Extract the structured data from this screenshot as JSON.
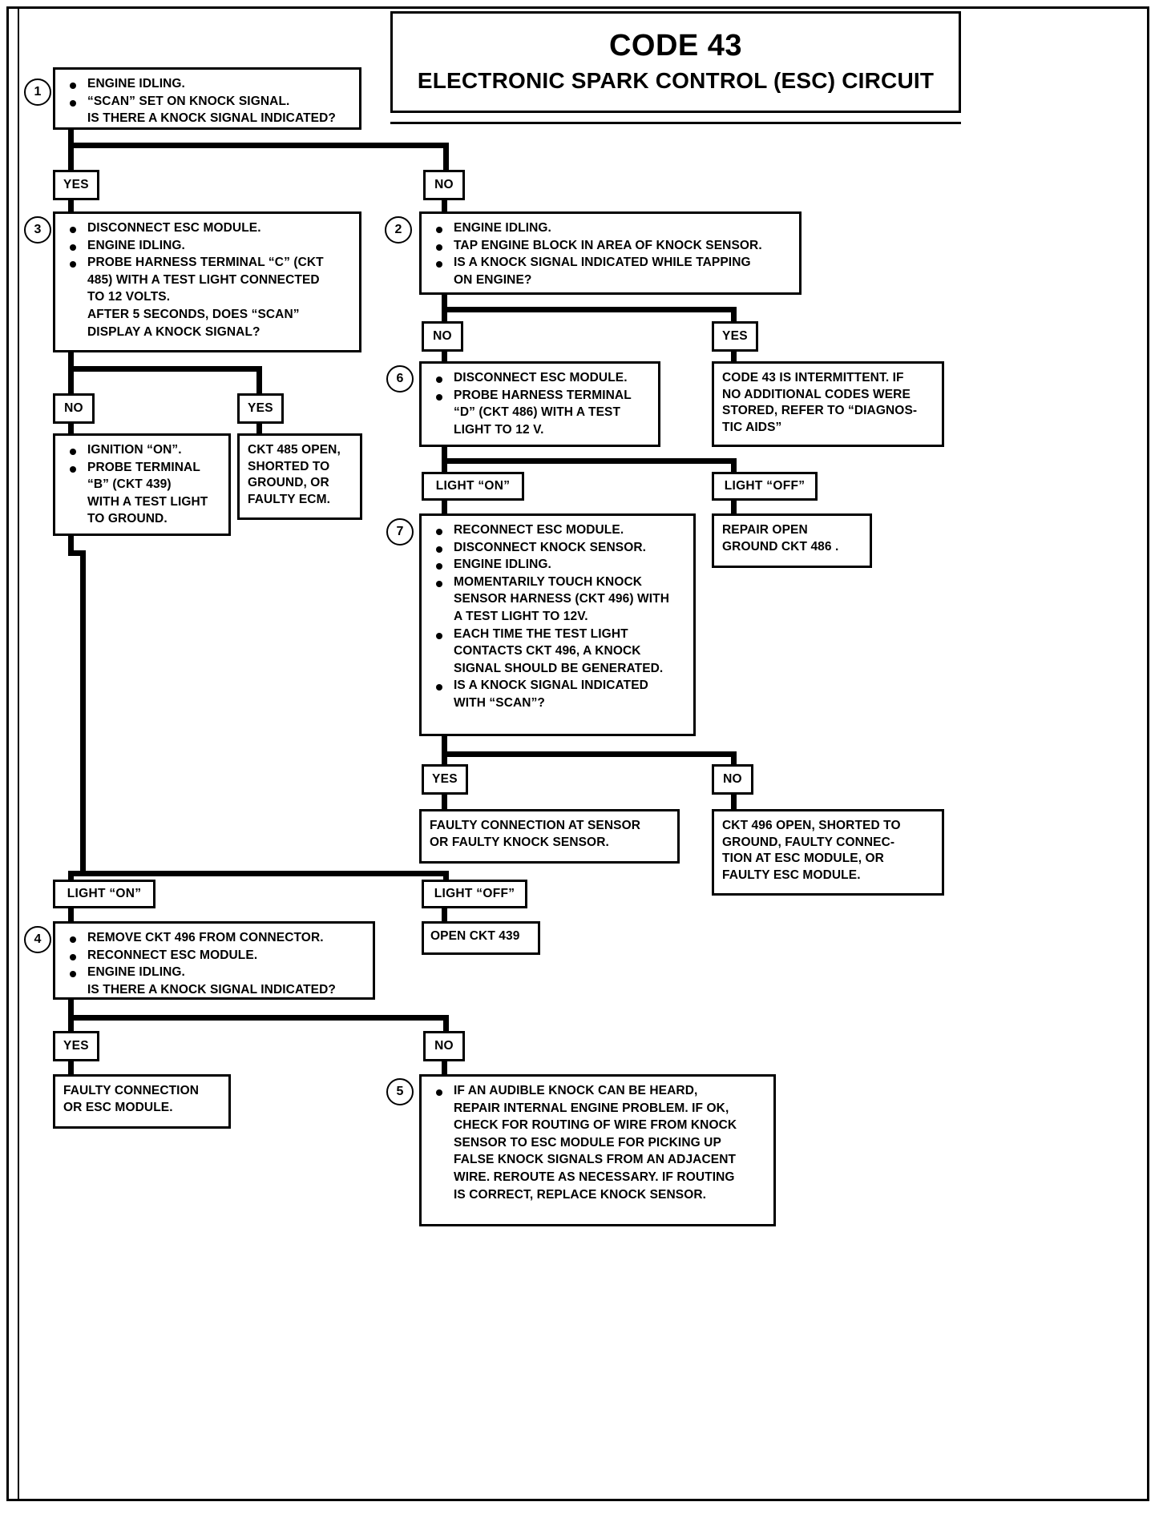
{
  "title": {
    "code": "CODE 43",
    "subtitle": "ELECTRONIC SPARK CONTROL (ESC) CIRCUIT"
  },
  "steps": {
    "s1": {
      "num": "1",
      "lines": [
        "ENGINE IDLING.",
        "“SCAN” SET ON KNOCK SIGNAL.",
        "IS THERE A KNOCK SIGNAL INDICATED?"
      ]
    },
    "s2": {
      "num": "2",
      "lines": [
        "ENGINE IDLING.",
        "TAP ENGINE BLOCK IN AREA OF KNOCK SENSOR.",
        "IS A KNOCK SIGNAL INDICATED WHILE TAPPING",
        "ON ENGINE?"
      ]
    },
    "s3": {
      "num": "3",
      "lines": [
        "DISCONNECT ESC MODULE.",
        "ENGINE IDLING.",
        "PROBE HARNESS TERMINAL “C”  (CKT",
        "485) WITH A TEST LIGHT CONNECTED",
        "TO 12 VOLTS.",
        "AFTER 5 SECONDS, DOES “SCAN”",
        "DISPLAY A KNOCK SIGNAL?"
      ]
    },
    "s4": {
      "num": "4",
      "lines": [
        "REMOVE CKT 496 FROM CONNECTOR.",
        "RECONNECT ESC MODULE.",
        "ENGINE IDLING.",
        "IS THERE A KNOCK SIGNAL INDICATED?"
      ]
    },
    "s5": {
      "num": "5",
      "lines": [
        "IF AN AUDIBLE KNOCK CAN BE HEARD,",
        "REPAIR INTERNAL ENGINE PROBLEM.  IF OK,",
        "CHECK FOR ROUTING OF WIRE FROM KNOCK",
        "SENSOR TO ESC MODULE FOR PICKING UP",
        "FALSE KNOCK SIGNALS FROM AN ADJACENT",
        "WIRE.  REROUTE AS NECESSARY.  IF ROUTING",
        "IS CORRECT, REPLACE KNOCK SENSOR."
      ]
    },
    "s6": {
      "num": "6",
      "lines": [
        "DISCONNECT ESC MODULE.",
        "PROBE HARNESS TERMINAL",
        "“D” (CKT 486) WITH A TEST",
        "LIGHT TO 12 V."
      ]
    },
    "s7": {
      "num": "7",
      "lines": [
        "RECONNECT ESC MODULE.",
        "DISCONNECT KNOCK SENSOR.",
        "ENGINE IDLING.",
        "MOMENTARILY TOUCH KNOCK",
        "SENSOR HARNESS (CKT 496) WITH",
        "A TEST LIGHT TO 12V.",
        "EACH TIME THE TEST LIGHT",
        "CONTACTS CKT 496, A KNOCK",
        "SIGNAL SHOULD BE GENERATED.",
        "IS A KNOCK SIGNAL INDICATED",
        "WITH “SCAN”?"
      ]
    }
  },
  "results": {
    "probe_b": {
      "lines": [
        "IGNITION “ON”.",
        "PROBE TERMINAL",
        "“B” (CKT 439)",
        "WITH A TEST LIGHT",
        "TO GROUND."
      ]
    },
    "ckt485": {
      "lines": [
        "CKT 485 OPEN,",
        "SHORTED TO",
        "GROUND, OR",
        "FAULTY ECM."
      ]
    },
    "intermittent": {
      "lines": [
        "CODE 43 IS INTERMITTENT.  IF",
        "NO ADDITIONAL CODES WERE",
        "STORED, REFER TO “DIAGNOS-",
        "TIC AIDS”"
      ]
    },
    "repair_ground": {
      "lines": [
        "REPAIR OPEN",
        "GROUND CKT 486 ."
      ]
    },
    "faulty_conn_sensor": {
      "lines": [
        "FAULTY CONNECTION AT SENSOR",
        "OR FAULTY KNOCK SENSOR."
      ]
    },
    "ckt496": {
      "lines": [
        "CKT 496 OPEN, SHORTED TO",
        "GROUND, FAULTY CONNEC-",
        "TION AT ESC MODULE, OR",
        "FAULTY ESC MODULE."
      ]
    },
    "open_ckt439": {
      "lines": [
        "OPEN CKT 439"
      ]
    },
    "faulty_conn_esc": {
      "lines": [
        "FAULTY CONNECTION",
        "OR ESC MODULE."
      ]
    }
  },
  "labels": {
    "yes1": "YES",
    "no1": "NO",
    "no3": "NO",
    "yes3": "YES",
    "no2": "NO",
    "yes2": "YES",
    "light_on6": "LIGHT “ON”",
    "light_off6": "LIGHT “OFF”",
    "yes7": "YES",
    "no7": "NO",
    "light_on3": "LIGHT “ON”",
    "light_off3": "LIGHT “OFF”",
    "yes4": "YES",
    "no4": "NO"
  }
}
